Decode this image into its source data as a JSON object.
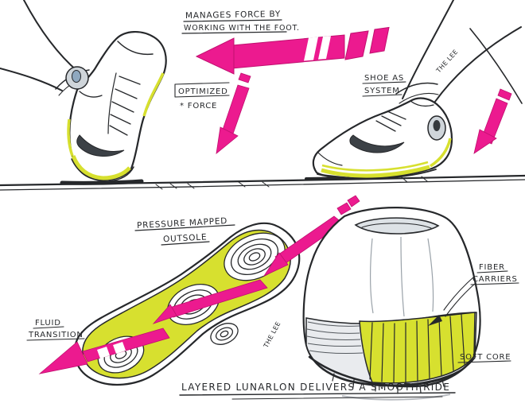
{
  "annotations": {
    "manages1": "MANAGES FORCE BY",
    "manages2": "WORKING WITH THE FOOT.",
    "optimized": "OPTIMIZED",
    "force": "* FORCE",
    "shoe_as": "SHOE AS",
    "system": "SYSTEM",
    "pressure_mapped": "PRESSURE MAPPED",
    "outsole": "OUTSOLE",
    "fluid": "FLUID",
    "transition": "TRANSITION",
    "fiber": "FIBER",
    "carriers": "CARRIERS",
    "soft_core": "SOFT CORE",
    "caption": "LAYERED LUNARLON DELIVERS A SMOOTH RIDE",
    "signature": "THE LEE"
  },
  "colors": {
    "arrow_pink": "#ec1a8f",
    "arrow_pink_outline": "#c0106f",
    "volt": "#d7e02f",
    "ink": "#26282b",
    "shade_gray": "#cfd5da",
    "paper": "#ffffff"
  }
}
